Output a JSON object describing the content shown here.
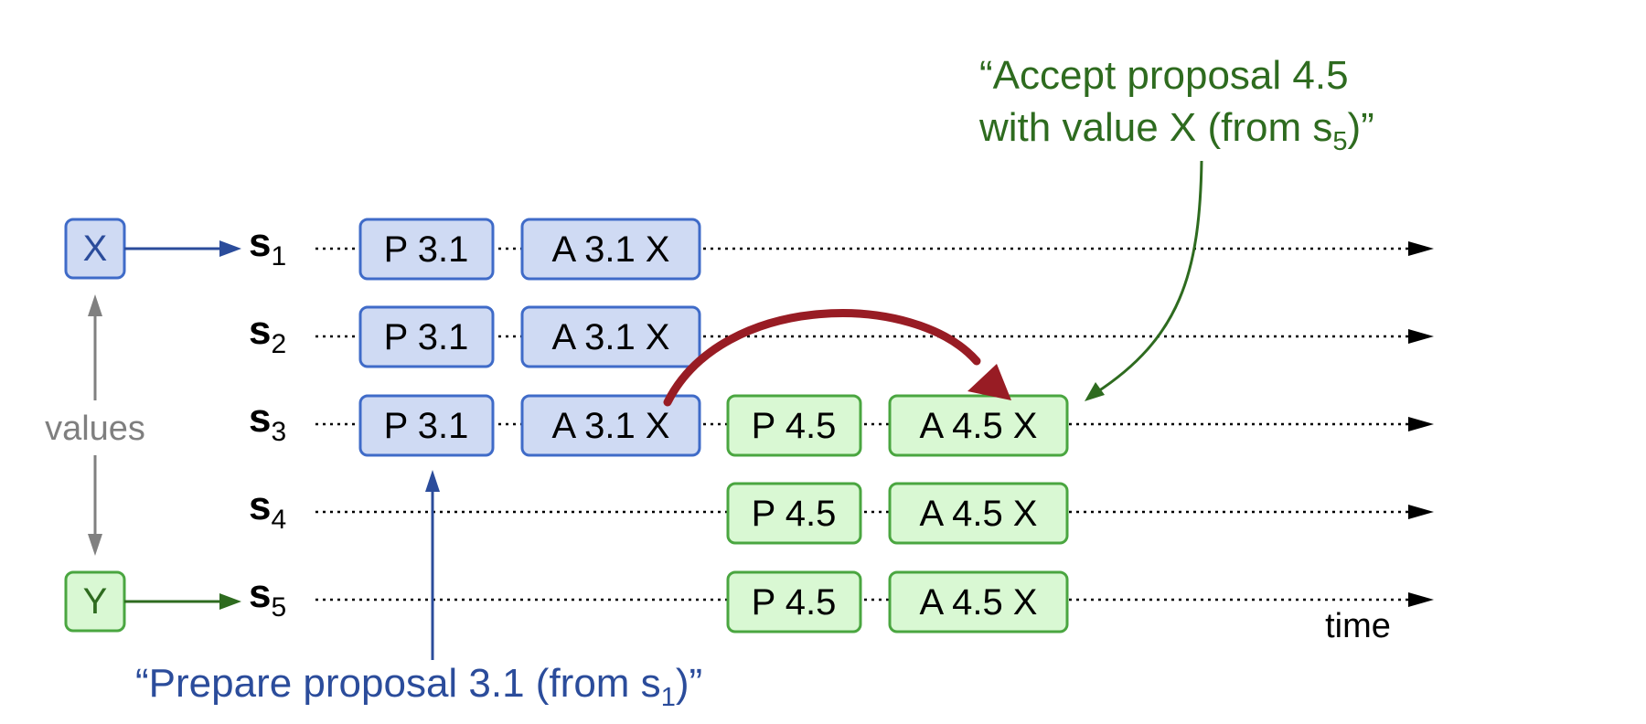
{
  "colors": {
    "blue_fill": "#cfdaf3",
    "blue_stroke": "#3f6bc8",
    "blue_text": "#2b4c9b",
    "green_fill": "#d9f8d3",
    "green_stroke": "#4aa640",
    "green_text": "#2e6b1f",
    "dark_red": "#981c24",
    "gray": "#808080"
  },
  "values": {
    "label": "values",
    "x": "X",
    "y": "Y"
  },
  "servers": [
    {
      "base": "s",
      "sub": "1"
    },
    {
      "base": "s",
      "sub": "2"
    },
    {
      "base": "s",
      "sub": "3"
    },
    {
      "base": "s",
      "sub": "4"
    },
    {
      "base": "s",
      "sub": "5"
    }
  ],
  "boxes": {
    "s1": [
      "P 3.1",
      "A 3.1 X"
    ],
    "s2": [
      "P 3.1",
      "A 3.1 X"
    ],
    "s3": [
      "P 3.1",
      "A 3.1 X",
      "P 4.5",
      "A 4.5 X"
    ],
    "s4": [
      "P 4.5",
      "A 4.5 X"
    ],
    "s5": [
      "P 4.5",
      "A 4.5 X"
    ]
  },
  "time_label": "time",
  "annotations": {
    "prepare": {
      "text_before": "“Prepare proposal 3.1 (from s",
      "sub": "1",
      "text_after": ")”"
    },
    "accept": {
      "line1": "“Accept proposal 4.5",
      "line2_before": "with value X (from s",
      "line2_sub": "5",
      "line2_after": ")”"
    }
  }
}
